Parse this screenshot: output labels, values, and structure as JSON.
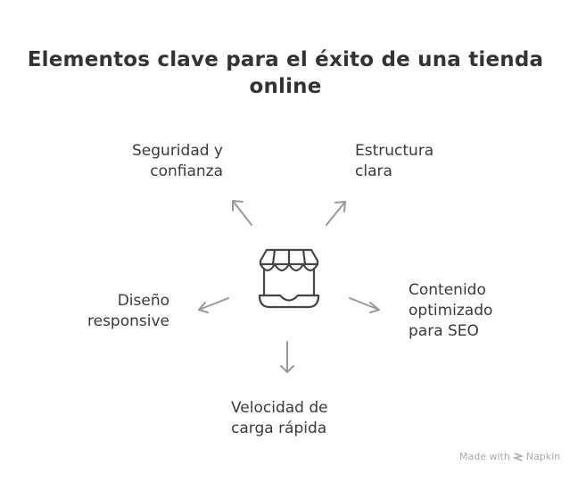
{
  "title": {
    "line1": "Elementos clave para el éxito de una tienda",
    "line2": "online"
  },
  "center_icon": "storefront-icon",
  "items": [
    {
      "line1": "Seguridad y",
      "line2": "confianza"
    },
    {
      "line1": "Estructura",
      "line2": "clara"
    },
    {
      "line1": "Diseño",
      "line2": "responsive"
    },
    {
      "line1": "Contenido",
      "line2": "optimizado",
      "line3": "para SEO"
    },
    {
      "line1": "Velocidad de",
      "line2": "carga rápida"
    }
  ],
  "watermark": {
    "made_with": "Made with",
    "brand": "Napkin"
  },
  "colors": {
    "text": "#333333",
    "arrow": "#999999",
    "watermark": "#aaaaaa"
  }
}
